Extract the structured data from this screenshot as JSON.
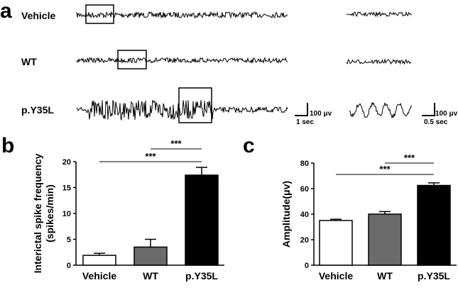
{
  "panels": {
    "a": {
      "letter": "a",
      "traces": [
        {
          "label": "Vehicle",
          "style": "baseline"
        },
        {
          "label": "WT",
          "style": "baseline"
        },
        {
          "label": "p.Y35L",
          "style": "spiking"
        }
      ],
      "scalebar_long": {
        "amplitude": "100 μv",
        "time": "1 sec"
      },
      "scalebar_zoom": {
        "amplitude": "100 μv",
        "time": "0.5 sec"
      }
    },
    "b": {
      "letter": "b"
    },
    "c": {
      "letter": "c"
    }
  },
  "chart_data": [
    {
      "type": "bar",
      "panel": "b",
      "title": "",
      "xlabel": "",
      "ylabel_lines": [
        "Interictal spike frequency",
        "(spikes/min)"
      ],
      "ylim": [
        0,
        20
      ],
      "yticks": [
        0,
        5,
        10,
        15,
        20
      ],
      "categories": [
        "Vehicle",
        "WT",
        "p.Y35L"
      ],
      "values": [
        1.9,
        3.5,
        17.4
      ],
      "errors": [
        0.4,
        1.5,
        1.5
      ],
      "fills": [
        "#ffffff",
        "#6b6b6b",
        "#000000"
      ],
      "significance": [
        {
          "from": "WT",
          "to": "p.Y35L",
          "label": "***"
        },
        {
          "from": "Vehicle",
          "to": "p.Y35L",
          "label": "***"
        }
      ]
    },
    {
      "type": "bar",
      "panel": "c",
      "title": "",
      "xlabel": "",
      "ylabel_lines": [
        "Amplitude(μv)"
      ],
      "ylim": [
        0,
        80
      ],
      "yticks": [
        0,
        20,
        40,
        60,
        80
      ],
      "categories": [
        "Vehicle",
        "WT",
        "p.Y35L"
      ],
      "values": [
        35,
        40,
        62.5
      ],
      "errors": [
        1,
        2,
        2
      ],
      "fills": [
        "#ffffff",
        "#6b6b6b",
        "#000000"
      ],
      "significance": [
        {
          "from": "WT",
          "to": "p.Y35L",
          "label": "***"
        },
        {
          "from": "Vehicle",
          "to": "p.Y35L",
          "label": "***"
        }
      ]
    }
  ]
}
